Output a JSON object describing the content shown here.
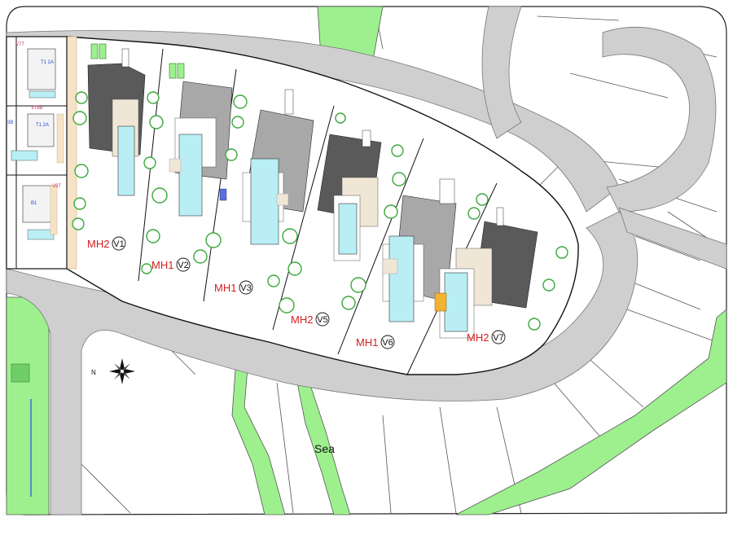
{
  "colors": {
    "road": "#cfcfcf",
    "green": "#9ef08f",
    "pool": "#b9eef5",
    "roof_dark": "#5a5a5a",
    "roof_light": "#a8a8a8",
    "terrace": "#f0e6d6",
    "highlight": "#f4b233",
    "label_red": "#d32020",
    "code_red": "#c8326b",
    "code_blue": "#2a4bd6"
  },
  "labels": {
    "sea": "Sea",
    "neighbors": [
      "V77",
      "V78a",
      "V87"
    ],
    "neighbor_codes": [
      "T1 2A",
      "3B",
      "T1 2A",
      "B1"
    ]
  },
  "plots": [
    {
      "type": "MH2",
      "villa": "V1"
    },
    {
      "type": "MH1",
      "villa": "V2"
    },
    {
      "type": "MH1",
      "villa": "V3"
    },
    {
      "type": "MH2",
      "villa": "V5"
    },
    {
      "type": "MH1",
      "villa": "V6"
    },
    {
      "type": "MH2",
      "villa": "V7"
    }
  ],
  "icons": {
    "compass": "compass-rose-icon",
    "compass_letter": "N"
  }
}
